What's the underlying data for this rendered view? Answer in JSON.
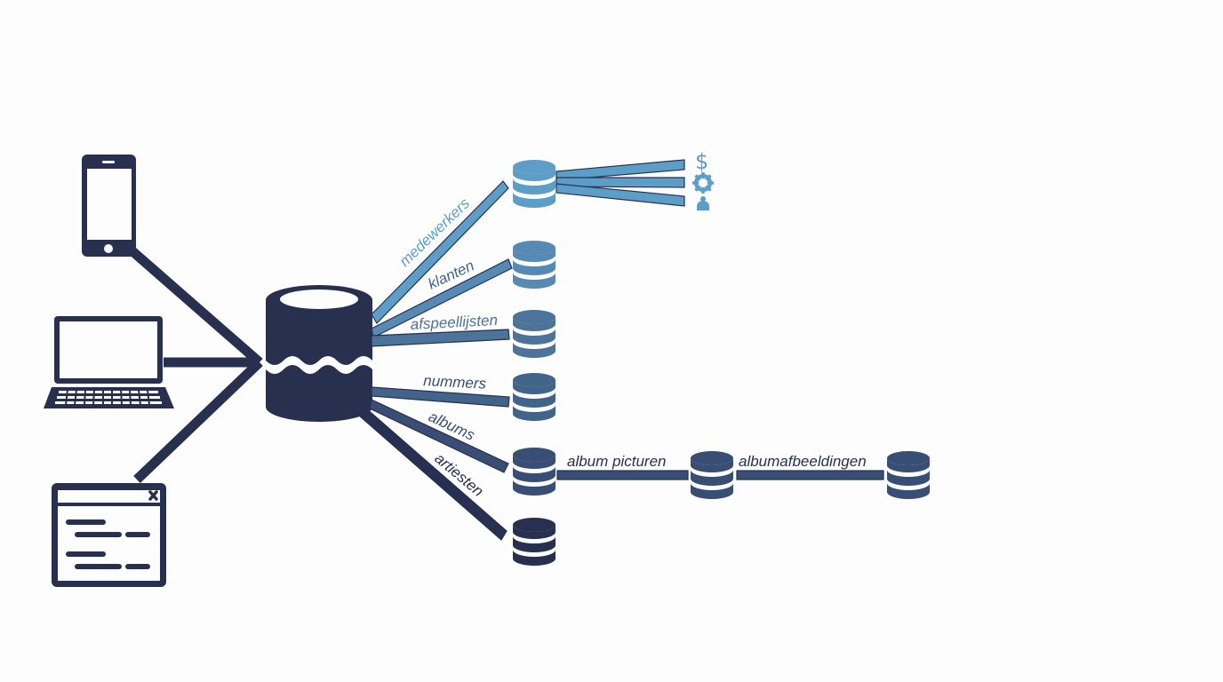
{
  "colors": {
    "navy": "#27304f",
    "c1": "#5d9ec9",
    "c2": "#5689b4",
    "c3": "#4c7399",
    "c4": "#43648a",
    "c5": "#384e74",
    "c6": "#273050",
    "bg": "#fdfdfd"
  },
  "clients": [
    {
      "name": "smartphone"
    },
    {
      "name": "laptop"
    },
    {
      "name": "application-window"
    }
  ],
  "hub": {
    "name": "data-lake"
  },
  "tables": [
    {
      "label": "medewerkers"
    },
    {
      "label": "klanten"
    },
    {
      "label": "afspeellijsten"
    },
    {
      "label": "nummers"
    },
    {
      "label": "albums"
    },
    {
      "label": "artiesten"
    }
  ],
  "album_chain": [
    {
      "label": "album picturen"
    },
    {
      "label": "albumafbeeldingen"
    }
  ],
  "medewerkers_icons": [
    "dollar-icon",
    "gear-icon",
    "person-icon"
  ],
  "dollar_glyph": "$"
}
